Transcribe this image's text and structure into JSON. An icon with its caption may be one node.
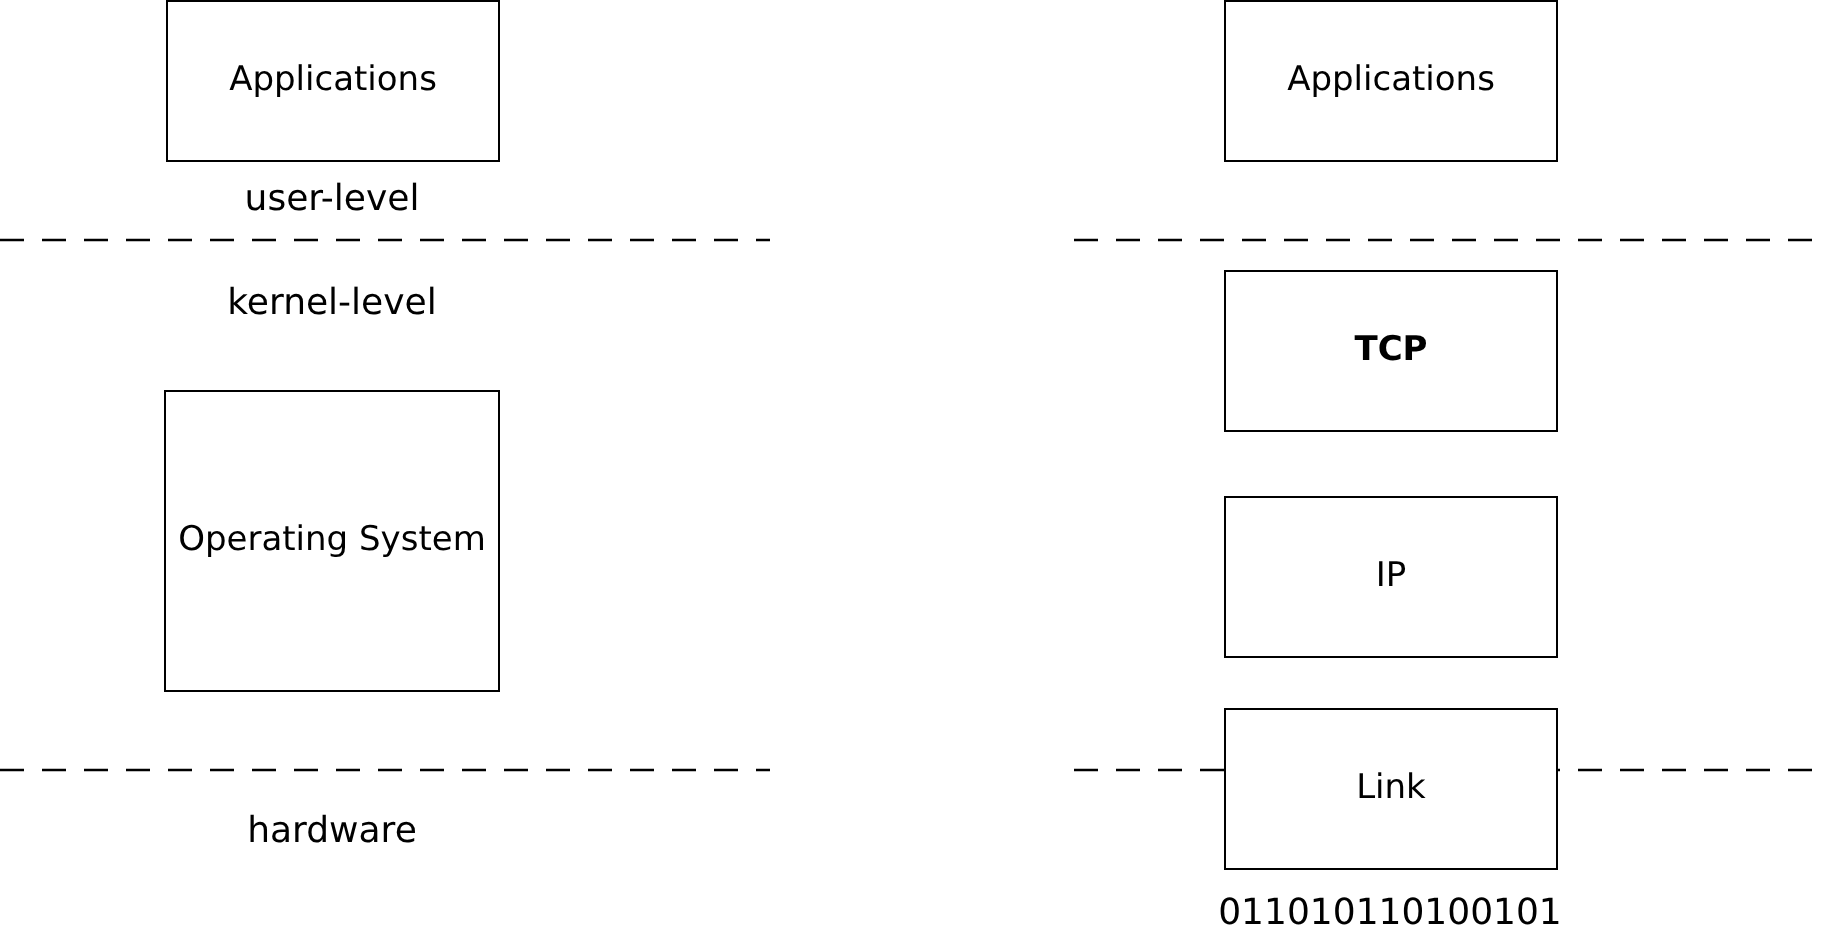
{
  "diagram": {
    "nodes": [
      {
        "text": [
          "Applications"
        ]
      },
      {
        "text": [
          "Operating System"
        ]
      },
      {
        "text": [
          "Applications"
        ]
      },
      {
        "text": [
          "**TCP**"
        ]
      },
      {
        "text": [
          "IP"
        ]
      },
      {
        "text": [
          "Link"
        ]
      }
    ],
    "labels": [
      "user-level",
      "kernel-level",
      "hardware",
      "011010110100101"
    ]
  }
}
